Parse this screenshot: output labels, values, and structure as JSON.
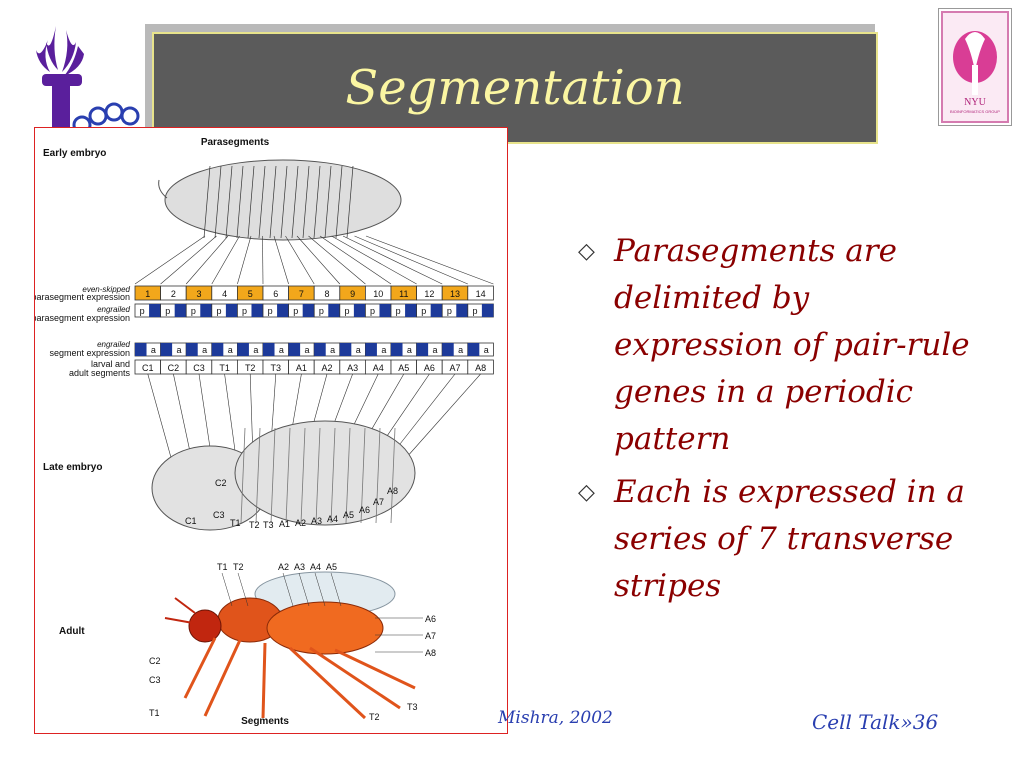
{
  "slide": {
    "title": "Segmentation",
    "bullets": [
      "Parasegments are delimited by expression of pair-rule genes in a periodic pattern",
      "Each is expressed in a series of 7 transverse stripes"
    ],
    "footer_left": "Mishra, 2002",
    "footer_right": "Cell Talk»36"
  },
  "logos": {
    "left": "nyu-torch-icon",
    "right": "nyu-bioinformatics-logo",
    "right_text_main": "NYU",
    "right_text_sub": "BIOINFORMATICS GROUP"
  },
  "figure": {
    "top_heading": "Parasegments",
    "early_embryo": "Early embryo",
    "late_embryo": "Late embryo",
    "adult": "Adult",
    "segments_caption": "Segments",
    "row_labels": {
      "eve_line1": "even-skipped",
      "eve_line2": "parasegment expression",
      "engrailed1_line1": "engrailed",
      "engrailed1_line2": "parasegment expression",
      "engrailed2_line1": "engrailed",
      "engrailed2_line2": "segment expression",
      "larval_line1": "larval and",
      "larval_line2": "adult segments"
    },
    "parasegment_numbers": [
      "1",
      "2",
      "3",
      "4",
      "5",
      "6",
      "7",
      "8",
      "9",
      "10",
      "11",
      "12",
      "13",
      "14"
    ],
    "highlighted_parasegments": [
      "1",
      "3",
      "5",
      "7",
      "9",
      "11",
      "13"
    ],
    "highlight_color": "#f2a71b",
    "engrailed_color": "#1d3a9a",
    "p_letter": "p",
    "a_letter": "a",
    "segment_labels": [
      "C1",
      "C2",
      "C3",
      "T1",
      "T2",
      "T3",
      "A1",
      "A2",
      "A3",
      "A4",
      "A5",
      "A6",
      "A7",
      "A8"
    ],
    "late_embryo_labels": [
      "C1",
      "C2",
      "C3",
      "T1",
      "T2",
      "T3",
      "A1",
      "A2",
      "A3",
      "A4",
      "A5",
      "A6",
      "A7",
      "A8"
    ],
    "adult_top_labels": [
      "T1",
      "T2",
      "A2",
      "A3",
      "A4",
      "A5"
    ],
    "adult_right_labels": [
      "A6",
      "A7",
      "A8"
    ],
    "adult_left_labels": [
      "C2",
      "C3",
      "T1"
    ],
    "adult_bottom_labels": [
      "T2",
      "T3"
    ]
  }
}
